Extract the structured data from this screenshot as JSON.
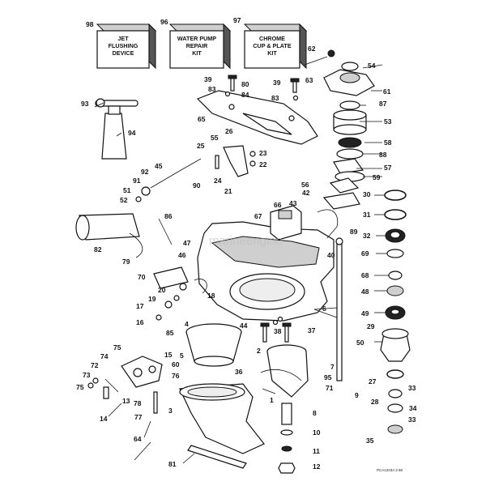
{
  "kits": {
    "jet_flushing": {
      "number": "98",
      "line1": "JET",
      "line2": "FLUSHING",
      "line3": "DEVICE"
    },
    "water_pump": {
      "number": "96",
      "line1": "WATER PUMP",
      "line2": "REPAIR",
      "line3": "KIT"
    },
    "chrome_cup": {
      "number": "97",
      "line1": "CHROME",
      "line2": "CUP & PLATE",
      "line3": "KIT"
    }
  },
  "callouts": {
    "c1": "1",
    "c2": "2",
    "c3": "3",
    "c4": "4",
    "c5": "5",
    "c6": "6",
    "c7": "7",
    "c8": "8",
    "c9": "9",
    "c10": "10",
    "c11": "11",
    "c12": "12",
    "c13": "13",
    "c14": "14",
    "c15": "15",
    "c16": "16",
    "c17": "17",
    "c18": "18",
    "c19": "19",
    "c20": "20",
    "c21": "21",
    "c22": "22",
    "c23": "23",
    "c24": "24",
    "c25": "25",
    "c26": "26",
    "c27": "27",
    "c28": "28",
    "c29": "29",
    "c30": "30",
    "c31": "31",
    "c32": "32",
    "c33a": "33",
    "c33b": "33",
    "c34": "34",
    "c35": "35",
    "c36": "36",
    "c37": "37",
    "c38": "38",
    "c39a": "39",
    "c39b": "39",
    "c40": "40",
    "c42": "42",
    "c43": "43",
    "c44": "44",
    "c45": "45",
    "c46": "46",
    "c47": "47",
    "c48": "48",
    "c49": "49",
    "c50": "50",
    "c51": "51",
    "c52": "52",
    "c53": "53",
    "c54": "54",
    "c55": "55",
    "c56": "56",
    "c57": "57",
    "c58": "58",
    "c59": "59",
    "c60": "60",
    "c61": "61",
    "c62": "62",
    "c63": "63",
    "c64": "64",
    "c65": "65",
    "c66": "66",
    "c67": "67",
    "c68": "68",
    "c69": "69",
    "c70": "70",
    "c71": "71",
    "c72": "72",
    "c73": "73",
    "c74": "74",
    "c75a": "75",
    "c75b": "75",
    "c76": "76",
    "c77": "77",
    "c78": "78",
    "c79": "79",
    "c80": "80",
    "c81": "81",
    "c82": "82",
    "c83a": "83",
    "c83b": "83",
    "c84": "84",
    "c85": "85",
    "c86": "86",
    "c87": "87",
    "c88": "88",
    "c89": "89",
    "c90": "90",
    "c91": "91",
    "c92": "92",
    "c93": "93",
    "c94": "94",
    "c95": "95"
  },
  "reference_code": "PCA1203A  3 88",
  "watermark": "marineengine"
}
